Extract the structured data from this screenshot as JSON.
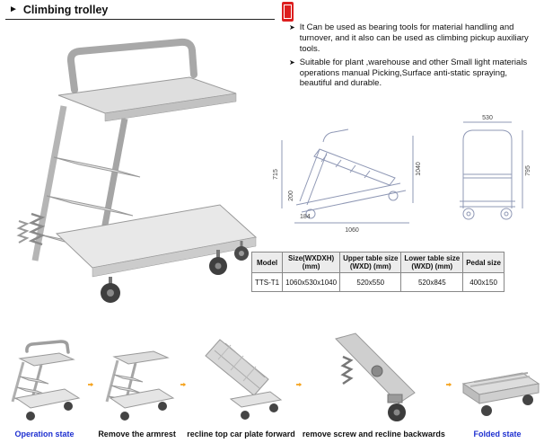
{
  "header": {
    "title": "Climbing trolley"
  },
  "icons": {
    "section_bullet": "►",
    "feature_bullet": "➤"
  },
  "colors": {
    "accent_blue": "#1d2fd0",
    "arrow_orange": "#f5a21c",
    "brand_red": "#dd1f1f"
  },
  "features": [
    "It Can be used as bearing tools for material handling and turnover, and it also can be used as climbing pickup auxiliary tools.",
    "Suitable for plant ,warehouse and other Small light materials operations manual Picking,Surface anti-static spraying, beautiful and durable."
  ],
  "diagram": {
    "left_view": {
      "height_left": "715",
      "height_inner": "200",
      "base": "184",
      "width_bottom": "1060",
      "height_right": "1040"
    },
    "front_view": {
      "width_top": "530",
      "height_right": "795"
    }
  },
  "spec_table": {
    "headers": [
      {
        "line1": "Model",
        "line2": ""
      },
      {
        "line1": "Size(WXDXH)",
        "line2": "(mm)"
      },
      {
        "line1": "Upper table size",
        "line2": "(WXD) (mm)"
      },
      {
        "line1": "Lower table size",
        "line2": "(WXD) (mm)"
      },
      {
        "line1": "Pedal size",
        "line2": ""
      }
    ],
    "rows": [
      [
        "TTS-T1",
        "1060x530x1040",
        "520x550",
        "520x845",
        "400x150"
      ]
    ]
  },
  "steps": [
    {
      "label": "Operation state"
    },
    {
      "label": "Remove the armrest"
    },
    {
      "label": "recline top car plate forward"
    },
    {
      "label": "remove screw and recline backwards"
    },
    {
      "label": "Folded state"
    }
  ]
}
